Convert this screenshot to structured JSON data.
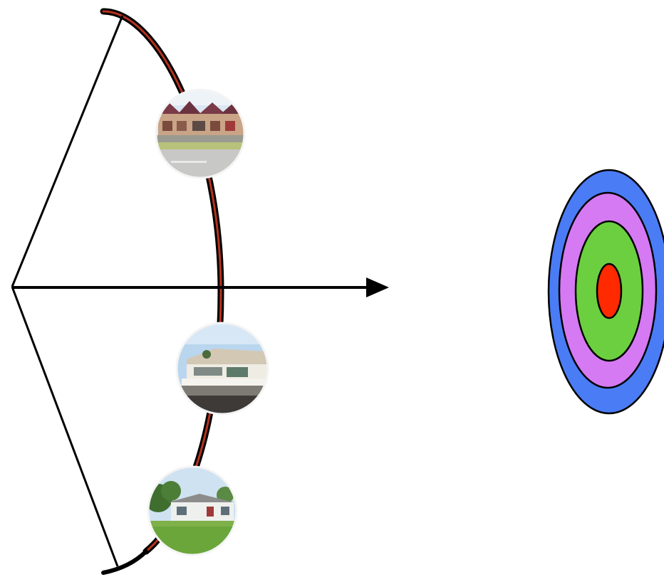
{
  "diagram": {
    "description_hidden": "",
    "colors": {
      "background": "#ffffff",
      "stroke": "#000000",
      "bow_inner": "#b5321f",
      "target_outer": "#4a7cf5",
      "target_ring2": "#d57af2",
      "target_ring3": "#6ccf3f",
      "target_bullseye": "#ff2a00"
    },
    "photos": [
      {
        "icon": "commercial-building-photo"
      },
      {
        "icon": "modern-building-photo"
      },
      {
        "icon": "house-photo"
      }
    ],
    "target_rings": 4
  }
}
